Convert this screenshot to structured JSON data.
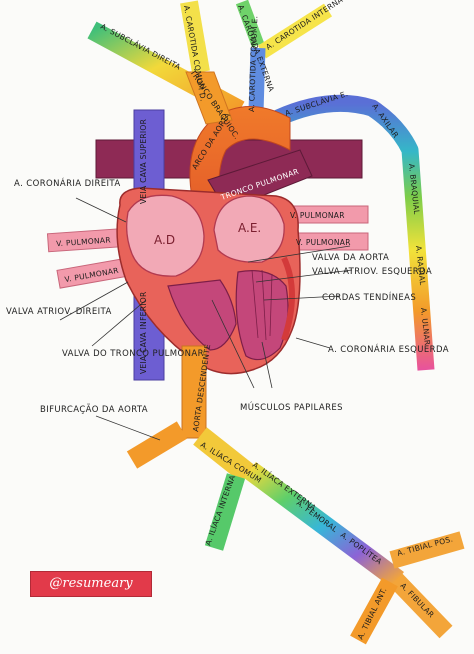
{
  "labels": {
    "subclavia_direita": "A. SUBCLÁVIA DIREITA",
    "carotida_comum_d": "A. CAROTIDA COMUM D.",
    "carotida_externa": "A. CAROTIDA EXTERNA",
    "carotida_interna": "A. CAROTIDA INTERNA",
    "carotida_comum_e": "A. CAROTIDA COMUM E.",
    "tronco_braquiocefalico": "TRONCO BRAQUIOC.",
    "subclavia_e": "A. SUBCLÁVIA E.",
    "axilar": "A. AXILAR",
    "braquial": "A. BRAQUIAL",
    "radial": "A. RADIAL",
    "ulnar": "A. ULNAR",
    "arco_da_aorta": "ARCO DA AORTA",
    "tronco_pulmonar": "TRONCO PULMONAR",
    "veia_cava_superior": "VEIA CAVA SUPERIOR",
    "veia_cava_inferior": "VEIA CAVA INFERIOR",
    "coronaria_direita": "A. CORONÁRIA DIREITA",
    "v_pulmonar_r1": "V. PULMONAR",
    "v_pulmonar_r2": "V. PULMONAR",
    "v_pulmonar_l1": "V. PULMONAR",
    "v_pulmonar_l2": "V. PULMONAR",
    "atrio_d": "A.D",
    "atrio_e": "A.E.",
    "valva_aorta": "VALVA DA AORTA",
    "valva_atriov_e": "VALVA ATRIOV. ESQUERDA",
    "cordas": "CORDAS TENDÍNEAS",
    "coronaria_esquerda": "A. CORONÁRIA ESQUERDA",
    "valva_atriov_d": "VALVA ATRIOV. DIREITA",
    "valva_tronco": "VALVA DO TRONCO PULMONAR",
    "musculos": "MÚSCULOS PAPILARES",
    "bifurcacao": "BIFURCAÇÃO DA AORTA",
    "aorta_descendente": "AORTA DESCENDENTE",
    "iliaca_comum": "A. ILÍACA COMUM",
    "iliaca_externa": "A. ILÍACA EXTERNA",
    "iliaca_interna": "A. ILÍACA INTERNA",
    "femoral": "A. FEMORAL",
    "poplitea": "A. POPLÍTEA",
    "tibial_pos": "A. TIBIAL POS.",
    "tibial_ant": "A. TIBIAL ANT.",
    "fibular": "A. FIBULAR"
  },
  "badge": "@resumeary"
}
